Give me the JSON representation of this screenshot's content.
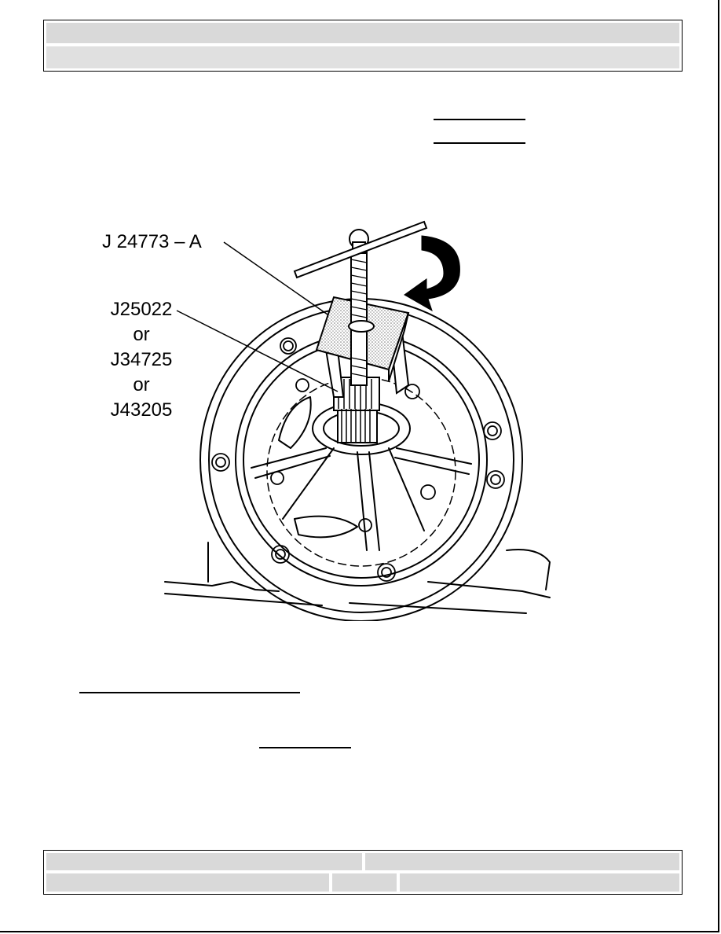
{
  "header": {
    "row1_text": "",
    "row2_text": ""
  },
  "figure": {
    "callout_1": "J 24773 – A",
    "callout_2_lines": [
      "J25022",
      "or",
      "J34725",
      "or",
      "J43205"
    ]
  },
  "footer": {
    "cell1": "",
    "cell2": "",
    "cell3": "",
    "cell4": "",
    "cell5": ""
  }
}
